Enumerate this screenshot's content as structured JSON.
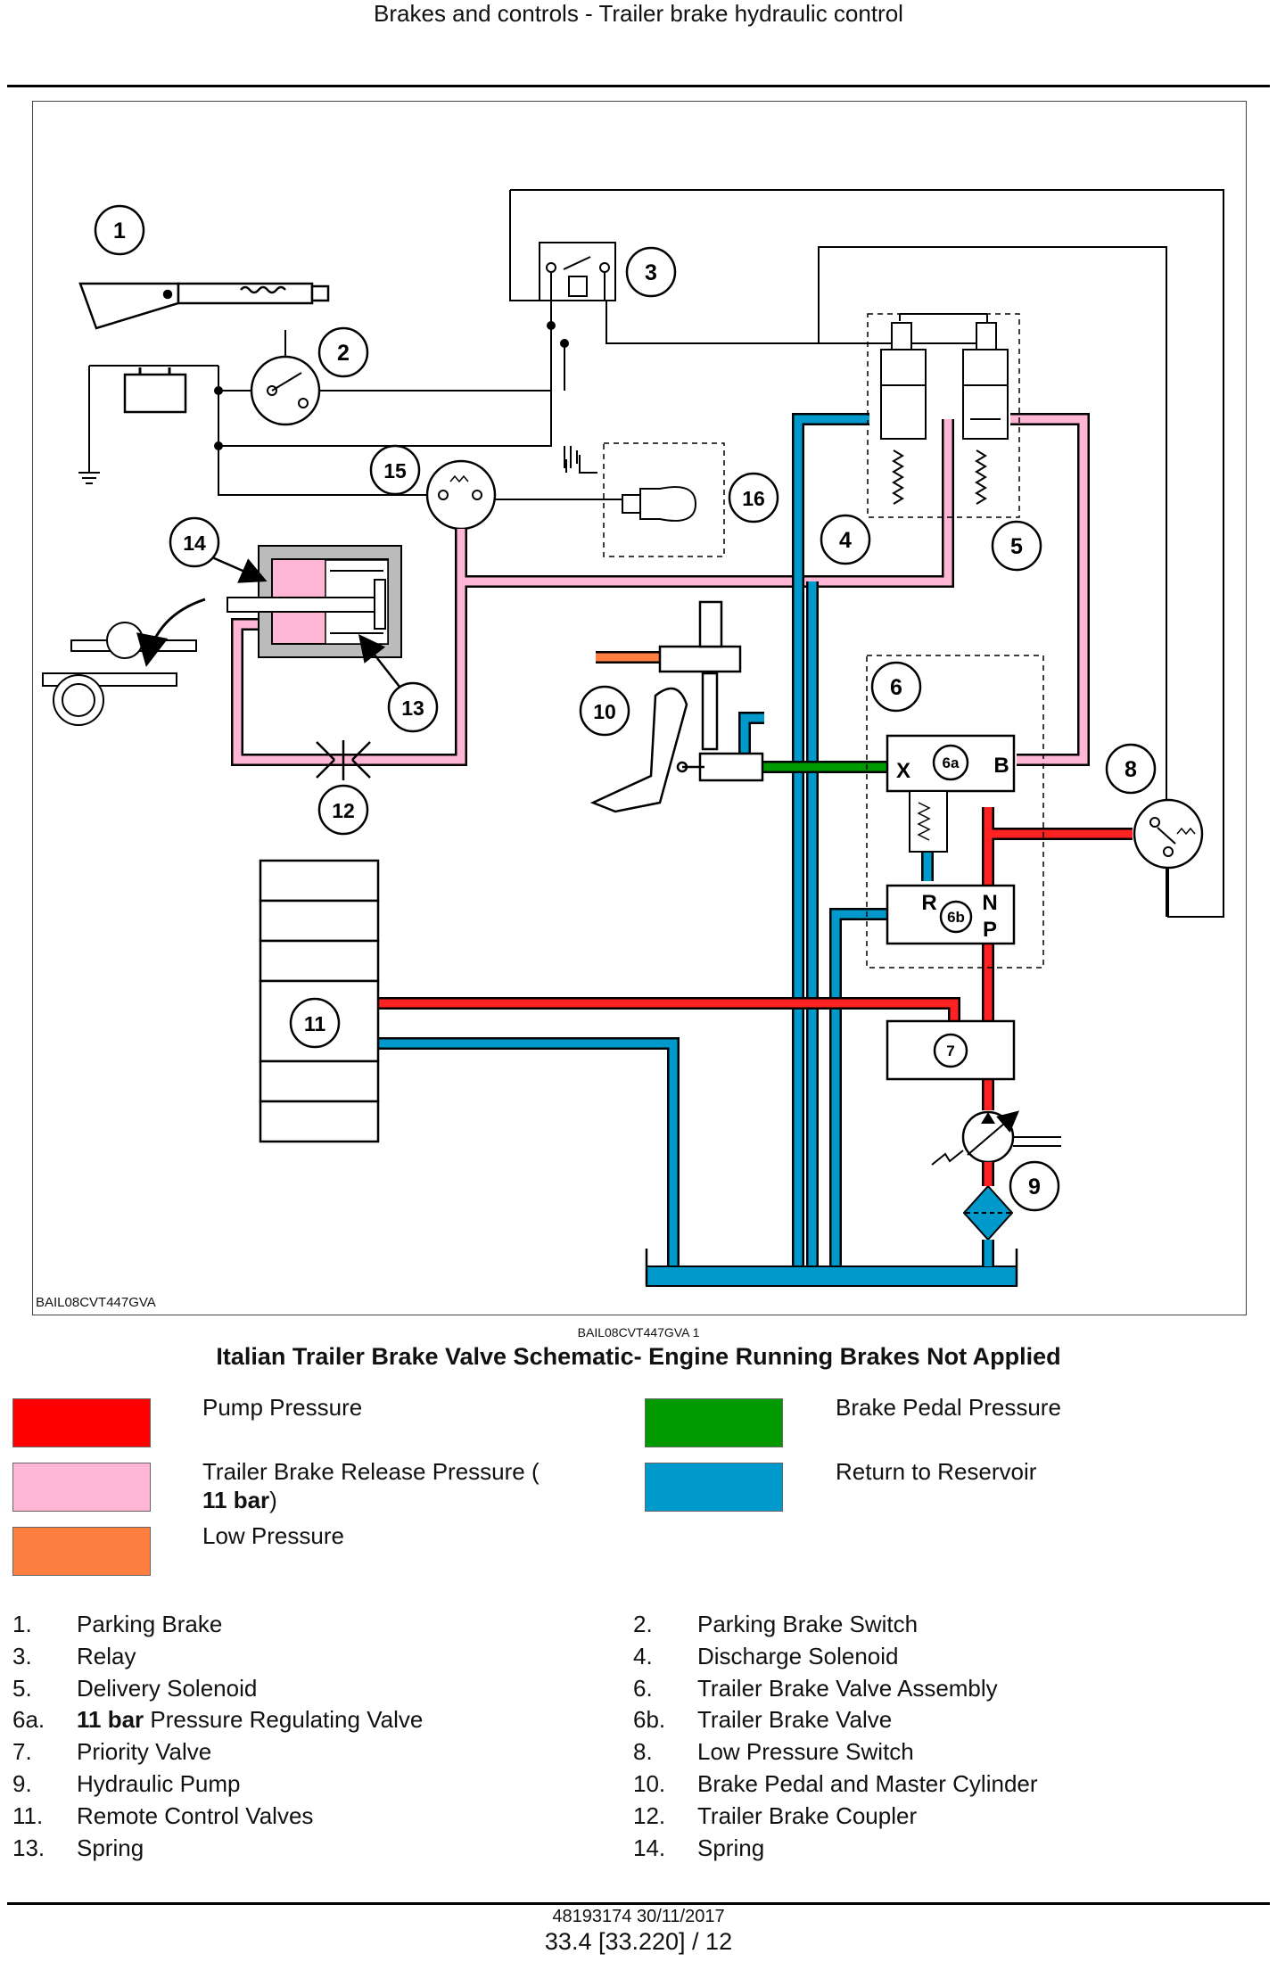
{
  "header": {
    "title": "Brakes and controls - Trailer brake hydraulic control"
  },
  "figure": {
    "code": "BAIL08CVT447GVA",
    "ref": "BAIL08CVT447GVA    1",
    "caption": "Italian Trailer Brake Valve Schematic- Engine Running Brakes Not Applied",
    "callouts": [
      "1",
      "2",
      "3",
      "4",
      "5",
      "6",
      "7",
      "8",
      "9",
      "10",
      "11",
      "12",
      "13",
      "14",
      "15",
      "16",
      "6a",
      "6b"
    ],
    "port_labels": {
      "x": "X",
      "b": "B",
      "r": "R",
      "n": "N",
      "p": "P"
    }
  },
  "legend": {
    "pump": {
      "label": "Pump Pressure",
      "color": "#ff0000"
    },
    "brake_pedal": {
      "label": "Brake Pedal Pressure",
      "color": "#009900"
    },
    "release": {
      "label_a": "Trailer Brake Release Pressure (",
      "label_b": "11 bar",
      "label_c": ")",
      "color": "#ffb6d5"
    },
    "return": {
      "label": "Return to Reservoir",
      "color": "#0099cc"
    },
    "low": {
      "label": "Low Pressure",
      "color": "#ff7f40"
    }
  },
  "items": [
    {
      "num": "1.",
      "text": "Parking Brake"
    },
    {
      "num": "2.",
      "text": "Parking Brake Switch"
    },
    {
      "num": "3.",
      "text": "Relay"
    },
    {
      "num": "4.",
      "text": "Discharge Solenoid"
    },
    {
      "num": "5.",
      "text": "Delivery Solenoid"
    },
    {
      "num": "6.",
      "text": "Trailer Brake Valve Assembly"
    },
    {
      "num": "6a.",
      "bold": "11 bar",
      "text": " Pressure Regulating Valve"
    },
    {
      "num": "6b.",
      "text": "Trailer Brake Valve"
    },
    {
      "num": "7.",
      "text": "Priority Valve"
    },
    {
      "num": "8.",
      "text": "Low Pressure Switch"
    },
    {
      "num": "9.",
      "text": "Hydraulic Pump"
    },
    {
      "num": "10.",
      "text": "Brake Pedal and Master Cylinder"
    },
    {
      "num": "11.",
      "text": "Remote Control Valves"
    },
    {
      "num": "12.",
      "text": "Trailer Brake Coupler"
    },
    {
      "num": "13.",
      "text": "Spring"
    },
    {
      "num": "14.",
      "text": "Spring"
    }
  ],
  "footer": {
    "doc": "48193174 30/11/2017",
    "page": "33.4 [33.220] / 12"
  }
}
